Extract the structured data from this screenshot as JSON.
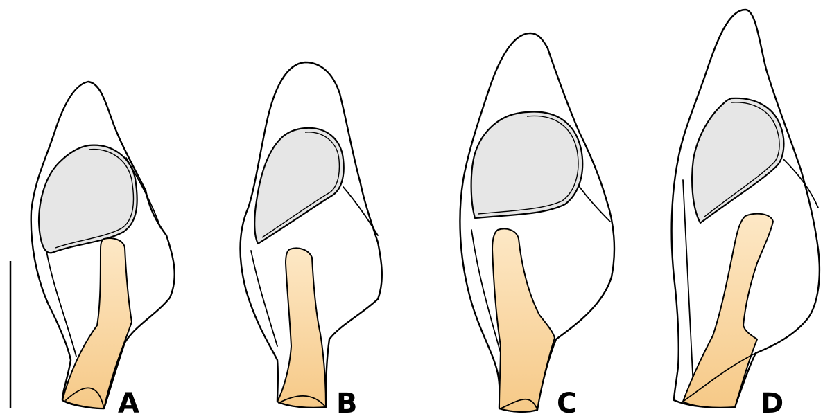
{
  "panels": [
    {
      "id": "A",
      "label": "A"
    },
    {
      "id": "B",
      "label": "B"
    },
    {
      "id": "C",
      "label": "C"
    },
    {
      "id": "D",
      "label": "D"
    }
  ],
  "colors": {
    "outline": "#000000",
    "background": "#ffffff",
    "grey_region": "#e6e6e6",
    "orange_light": "#fde6bf",
    "orange_dark": "#f6c987"
  }
}
